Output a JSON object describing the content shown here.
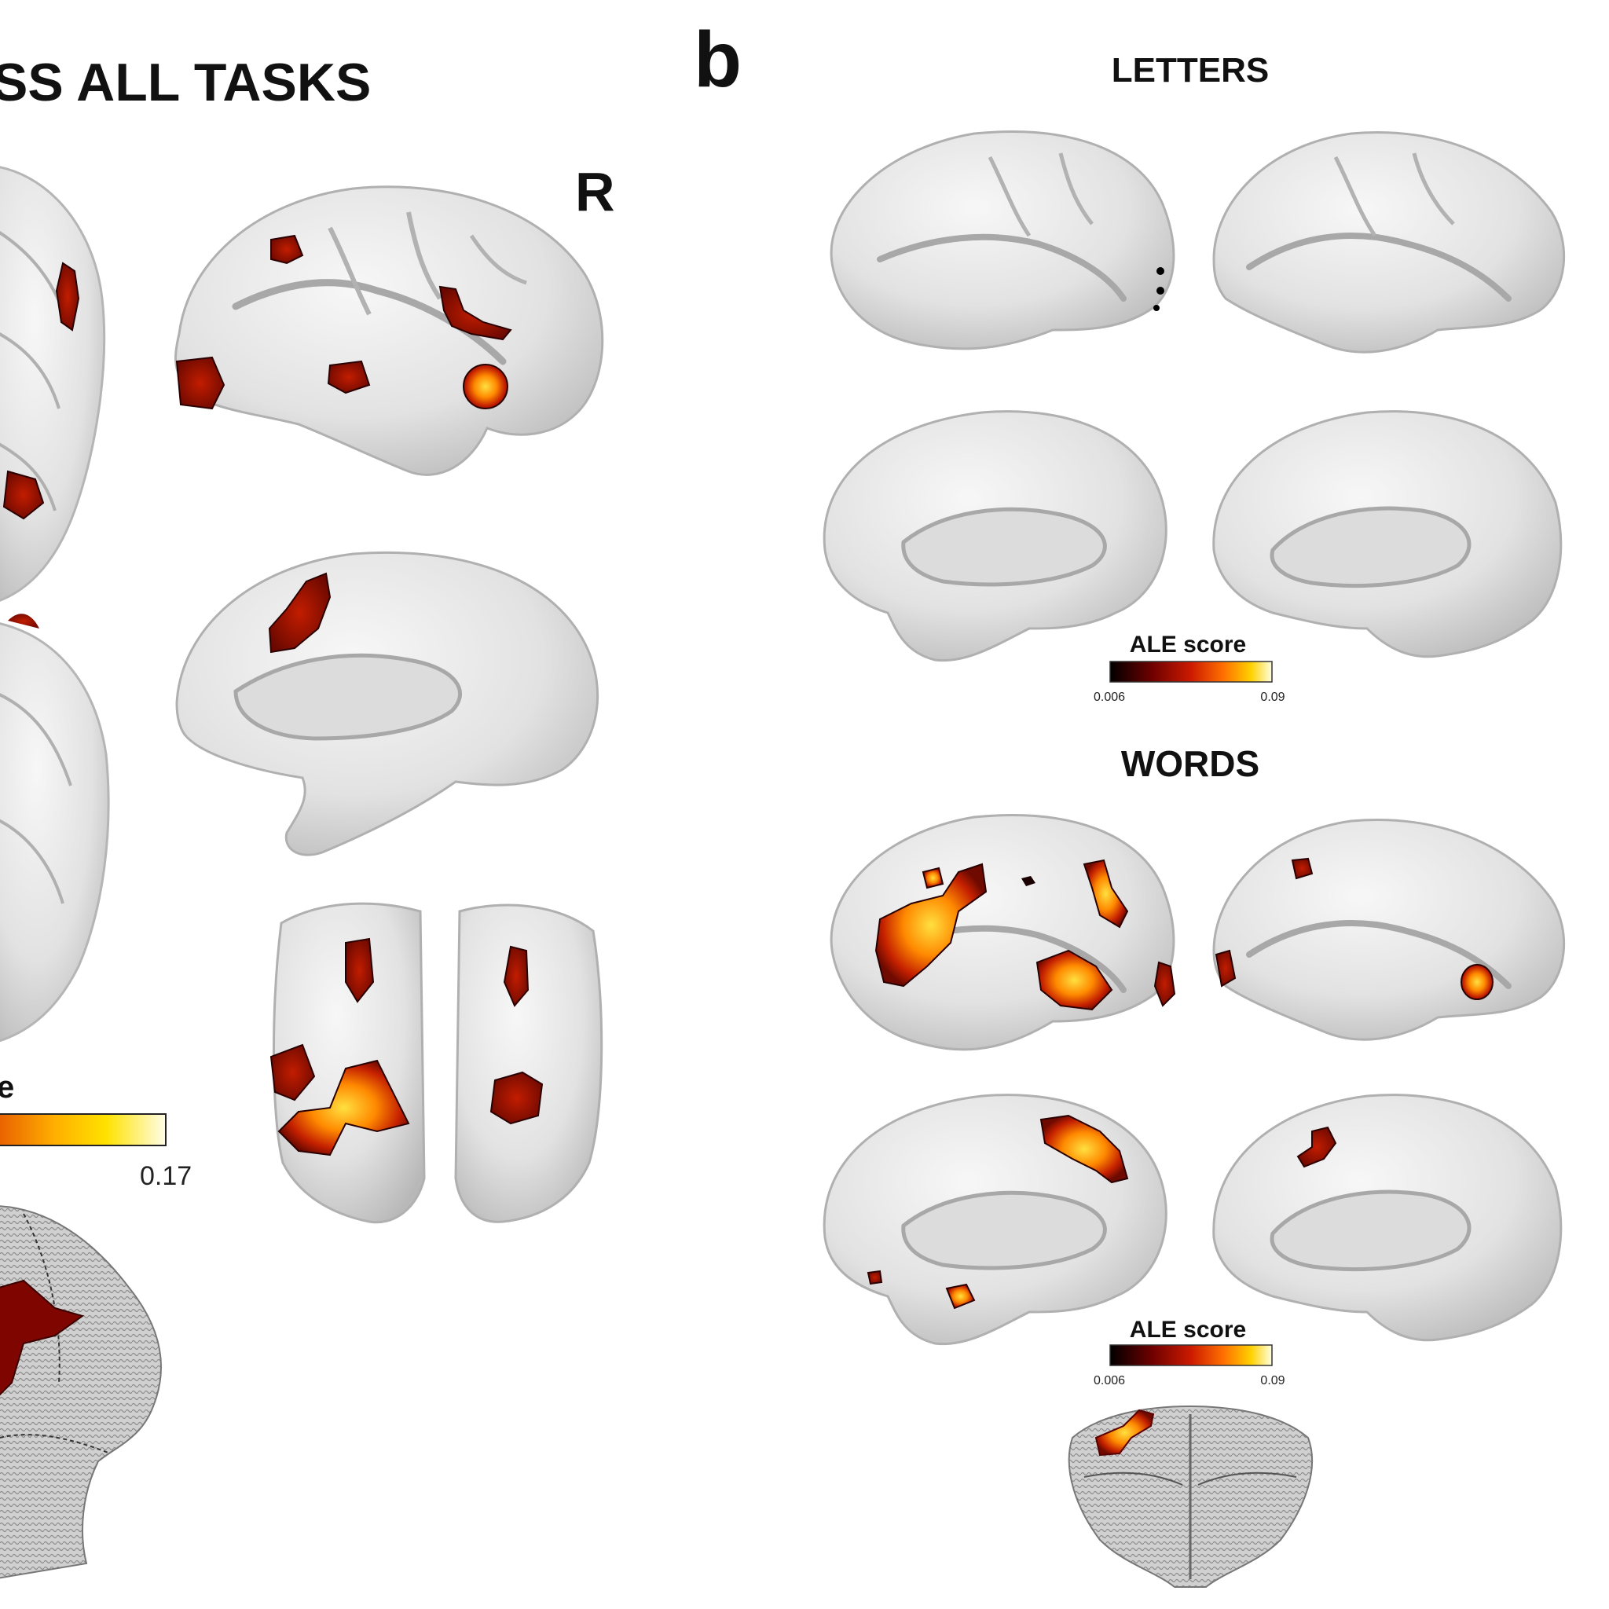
{
  "panel_a": {
    "title": "SS ALL TASKS",
    "hemisphere_label": "R",
    "colorbar": {
      "label_fragment": "e",
      "max_label": "0.17",
      "colors": [
        "#4a0000",
        "#b31b00",
        "#e85d00",
        "#ffb000",
        "#ffe200",
        "#fffde8"
      ]
    }
  },
  "panel_b": {
    "panel_letter": "b",
    "letters": {
      "title": "LETTERS",
      "colorbar": {
        "label": "ALE score",
        "min_label": "0.006",
        "max_label": "0.09"
      }
    },
    "words": {
      "title": "WORDS",
      "colorbar": {
        "label": "ALE score",
        "min_label": "0.006",
        "max_label": "0.09"
      }
    },
    "colorbar_colors": [
      "#000000",
      "#6a0000",
      "#cc1a00",
      "#ff7000",
      "#ffd000",
      "#ffffe0"
    ]
  },
  "colors": {
    "brain_surface": "#e9e9e9",
    "brain_shadow": "#a9a9a9",
    "activation_dark": "#8a0f00",
    "activation_mid": "#d43a00",
    "activation_hot": "#ffc21a"
  }
}
